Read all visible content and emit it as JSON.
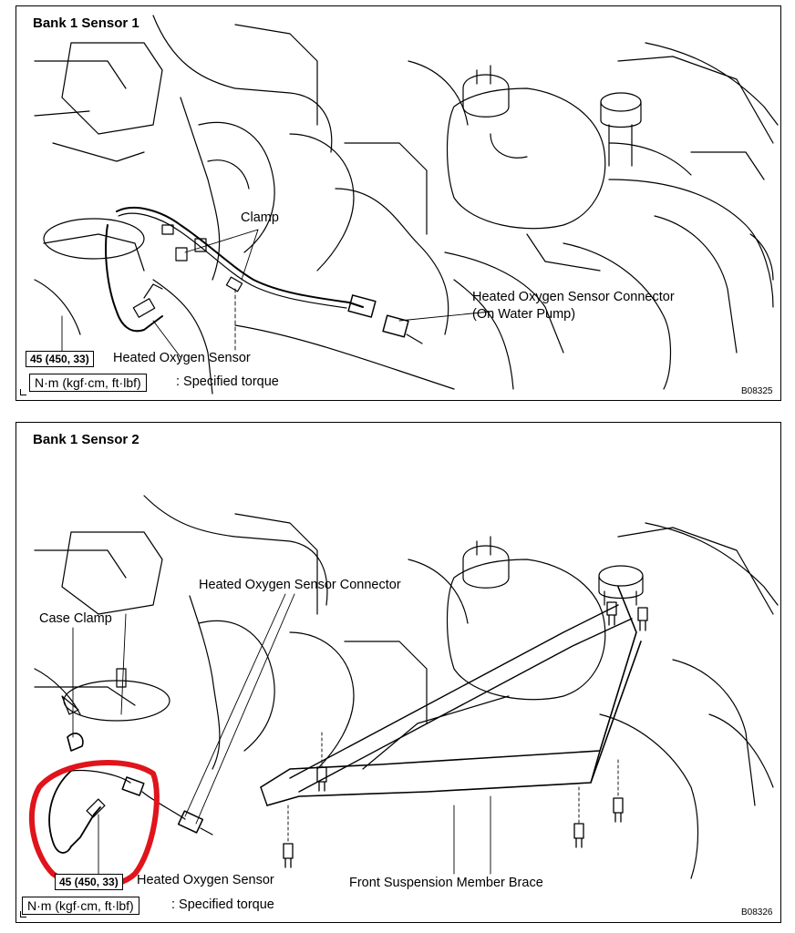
{
  "panels": [
    {
      "title": "Bank 1 Sensor 1",
      "labels": {
        "clamp": "Clamp",
        "connector_line1": "Heated Oxygen Sensor Connector",
        "connector_line2": "(On Water Pump)",
        "sensor": "Heated Oxygen Sensor",
        "torque": "45 (450, 33)",
        "unit": "N·m (kgf·cm, ft·lbf)",
        "unit_note": ": Specified torque"
      },
      "code": "B08325"
    },
    {
      "title": "Bank 1 Sensor 2",
      "labels": {
        "connector": "Heated Oxygen Sensor Connector",
        "case_clamp": "Case Clamp",
        "sensor": "Heated Oxygen Sensor",
        "brace": "Front Suspension  Member Brace",
        "torque": "45 (450, 33)",
        "unit": "N·m (kgf·cm, ft·lbf)",
        "unit_note": ": Specified torque"
      },
      "code": "B08326",
      "highlight_color": "#e0141c"
    }
  ]
}
